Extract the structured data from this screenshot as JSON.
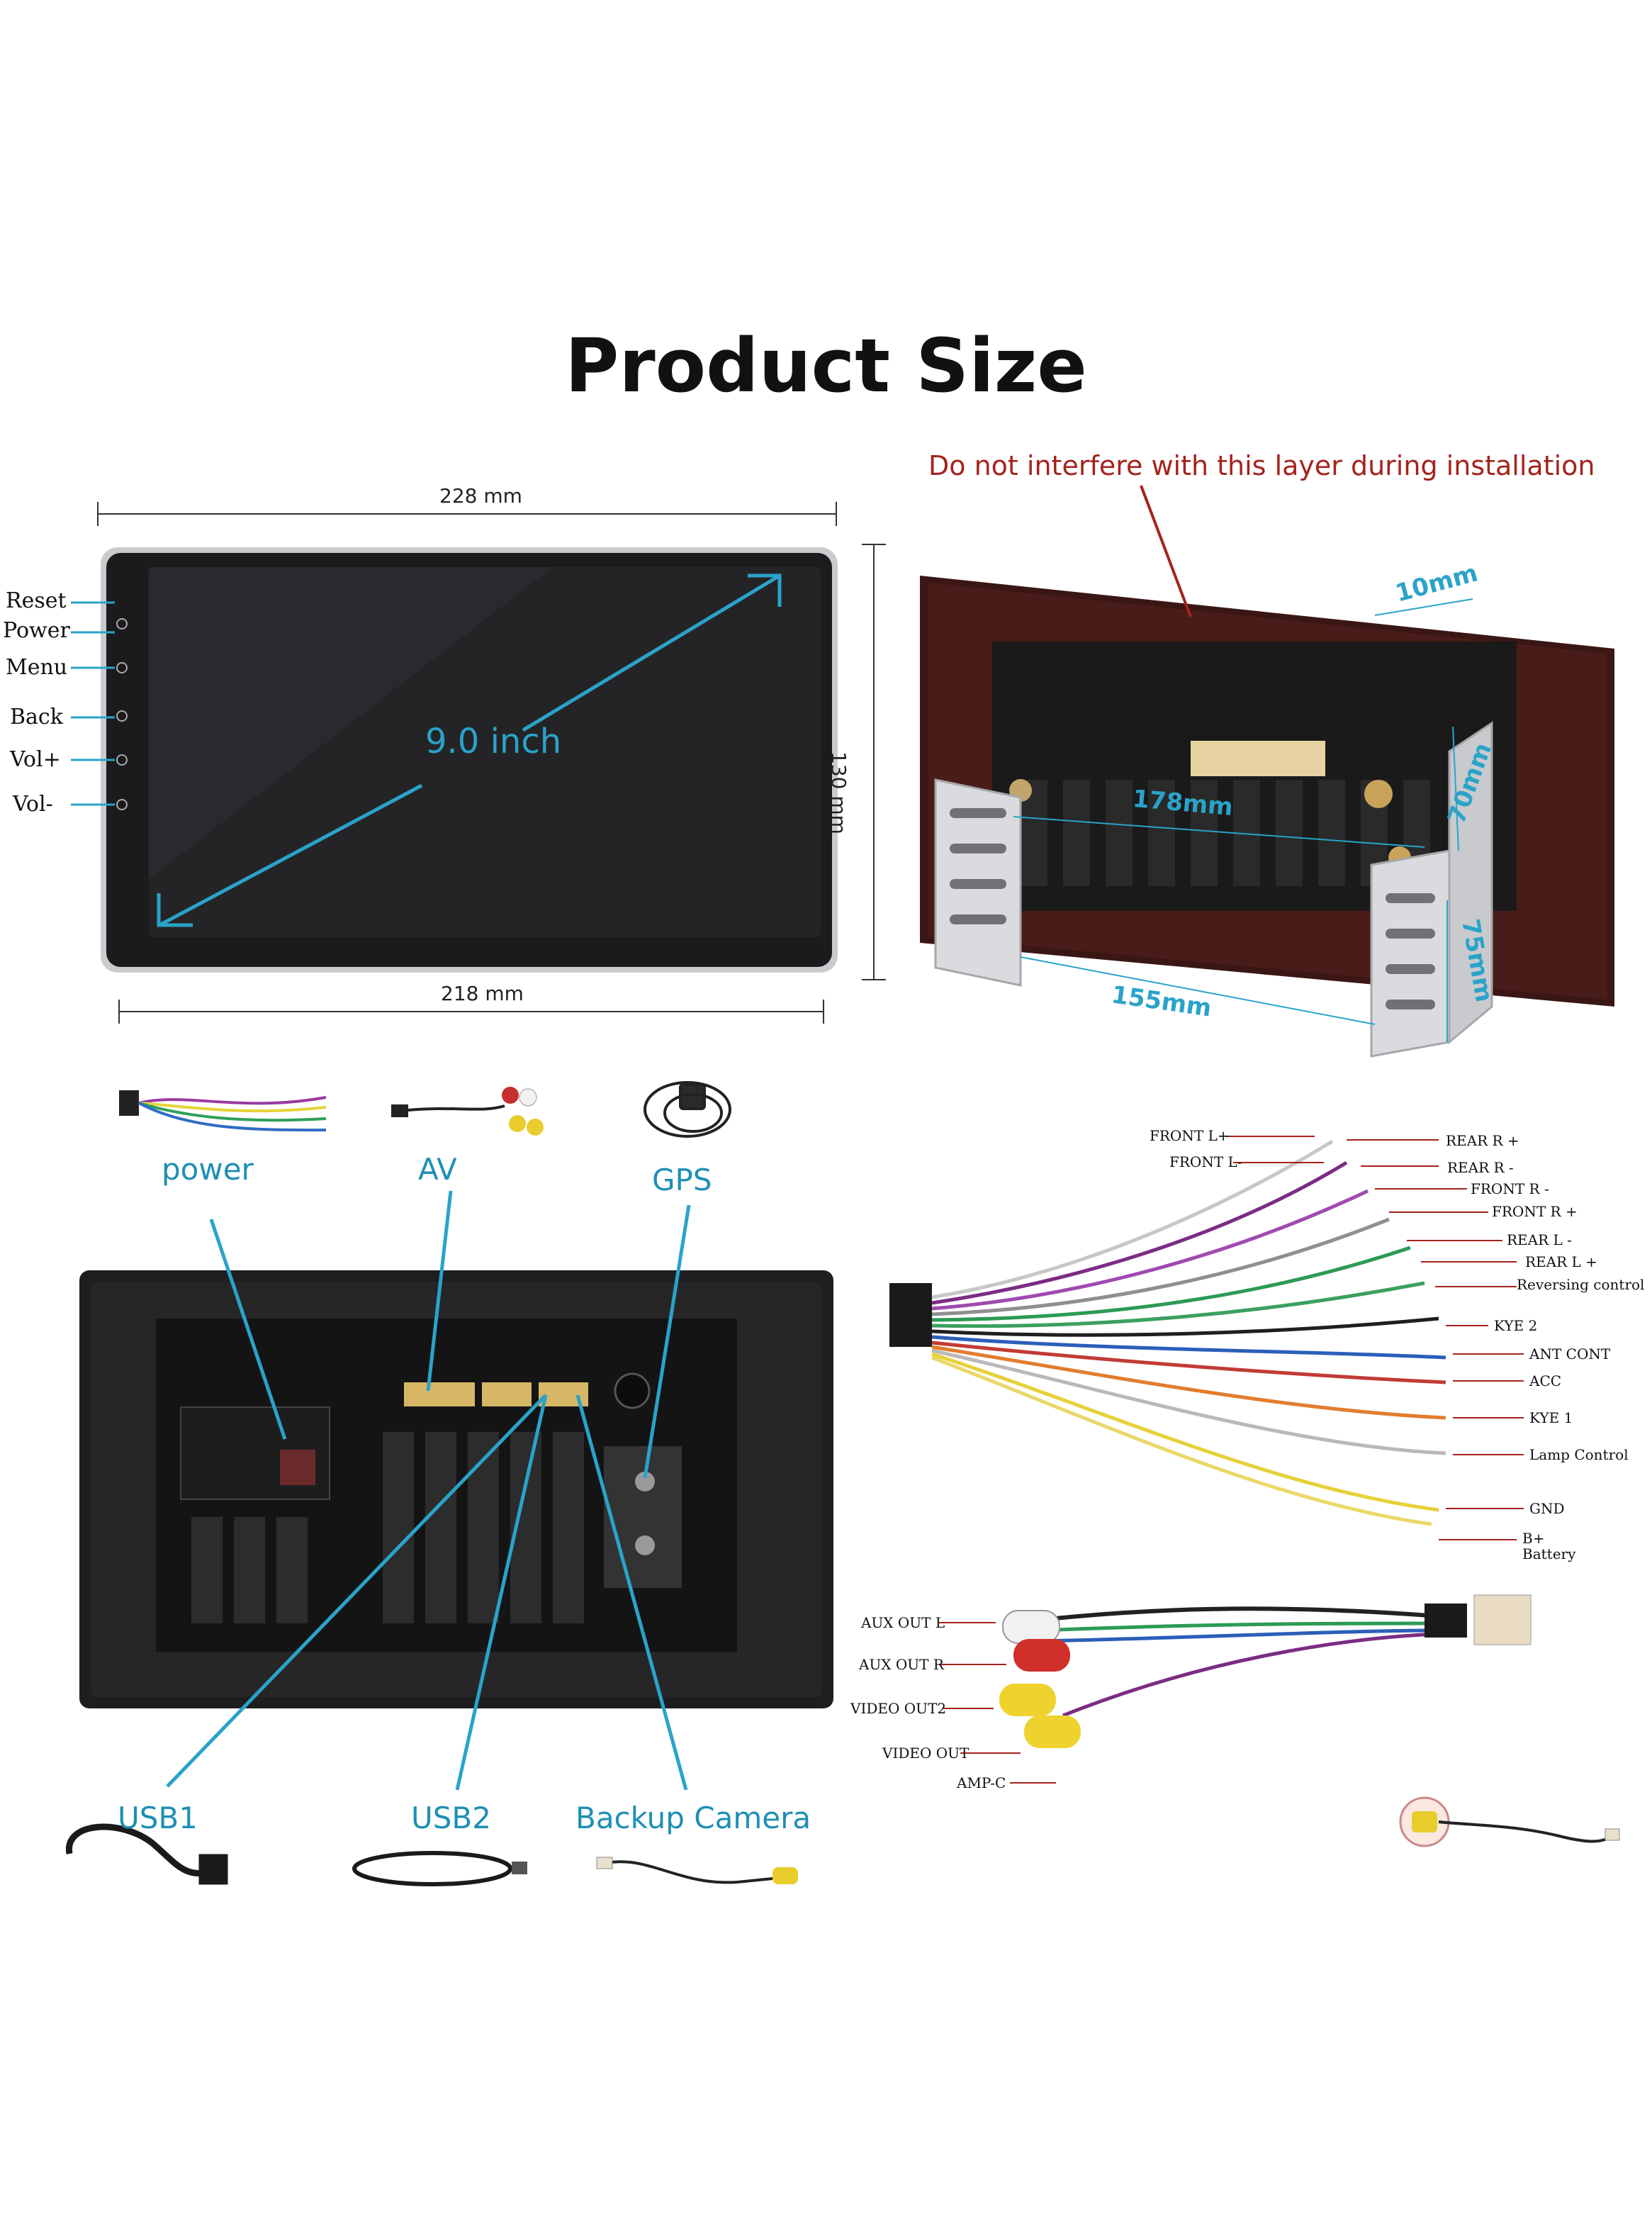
{
  "title": "Product Size",
  "warning": "Do not interfere with this layer during installation",
  "screen": {
    "width_top": "228 mm",
    "width_bottom": "218 mm",
    "height": "130 mm",
    "diagonal": "9.0 inch",
    "buttons": [
      "Reset",
      "Power",
      "Menu",
      "Back",
      "Vol+",
      "Vol-"
    ]
  },
  "chassis": {
    "depth": "10mm",
    "width": "178mm",
    "height": "70mm",
    "base_width": "155mm",
    "base_height": "75mm"
  },
  "accessories": {
    "power": "power",
    "av": "AV",
    "gps": "GPS",
    "usb1": "USB1",
    "usb2": "USB2",
    "camera": "Backup Camera"
  },
  "harness_labels": {
    "left": [
      "FRONT L+",
      "FRONT L-"
    ],
    "right": [
      "REAR R +",
      "REAR R -",
      "FRONT R -",
      "FRONT R +",
      "REAR L -",
      "REAR L +",
      "Reversing control",
      "KYE 2",
      "ANT CONT",
      "ACC",
      "KYE 1",
      "Lamp Control",
      "GND",
      "B+",
      "Battery"
    ]
  },
  "av_labels": [
    "AUX OUT L",
    "AUX OUT R",
    "VIDEO OUT2",
    "VIDEO OUT",
    "AMP-C"
  ],
  "colors": {
    "accent": "#2aa3c9",
    "warning": "#a5231d"
  }
}
